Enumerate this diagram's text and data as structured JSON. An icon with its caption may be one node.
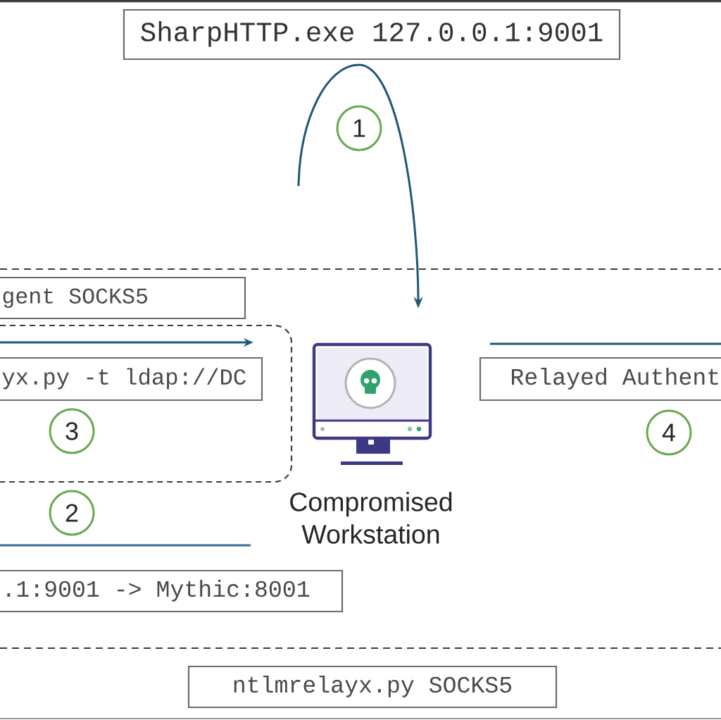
{
  "diagram": {
    "nodes": [
      {
        "text": [
          "SharpHTTP.exe 127.0.0.1:9001"
        ]
      },
      {
        "text": [
          "gent SOCKS5"
        ]
      },
      {
        "text": [],
        "shape": "box"
      },
      {
        "text": [
          "yx.py -t ldap://DC"
        ],
        "in": 2
      },
      {
        "text": [
          "Compromised Workstation"
        ]
      },
      {
        "text": [
          "Relayed Authent"
        ]
      },
      {
        "text": [
          ".1:9001 -> Mythic:8001"
        ]
      },
      {
        "text": [
          "ntlmrelayx.py SOCKS5"
        ]
      }
    ],
    "edges": [
      {
        "from": null,
        "to": 4,
        "arrow": "to"
      }
    ],
    "labels": [
      "1",
      "3",
      "4",
      "2"
    ]
  }
}
